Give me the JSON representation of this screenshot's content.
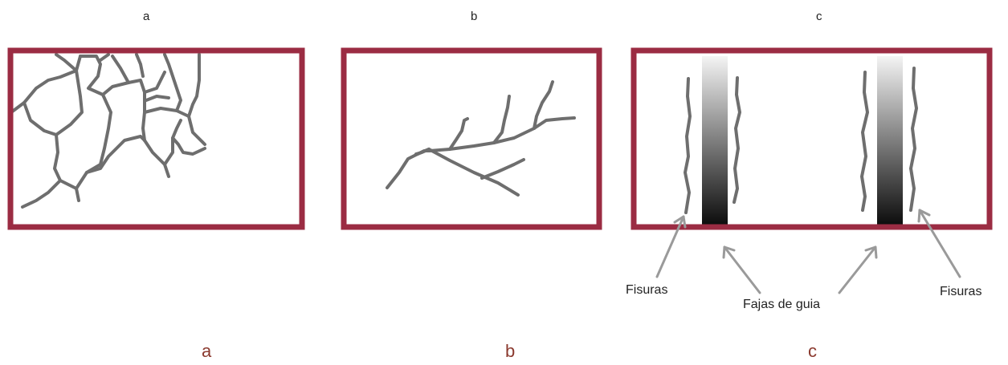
{
  "panel_labels": [
    "a",
    "b",
    "c"
  ],
  "captions": [
    "a",
    "b",
    "c"
  ],
  "annotations": {
    "fisuras_left": "Fisuras",
    "fajas_de_guia": "Fajas de guia",
    "fisuras_right": "Fisuras"
  },
  "colors": {
    "frame": "#9b2c43",
    "crack": "#6e6e6e",
    "arrow": "#9a9a9a",
    "caption": "#8b3a2f"
  }
}
